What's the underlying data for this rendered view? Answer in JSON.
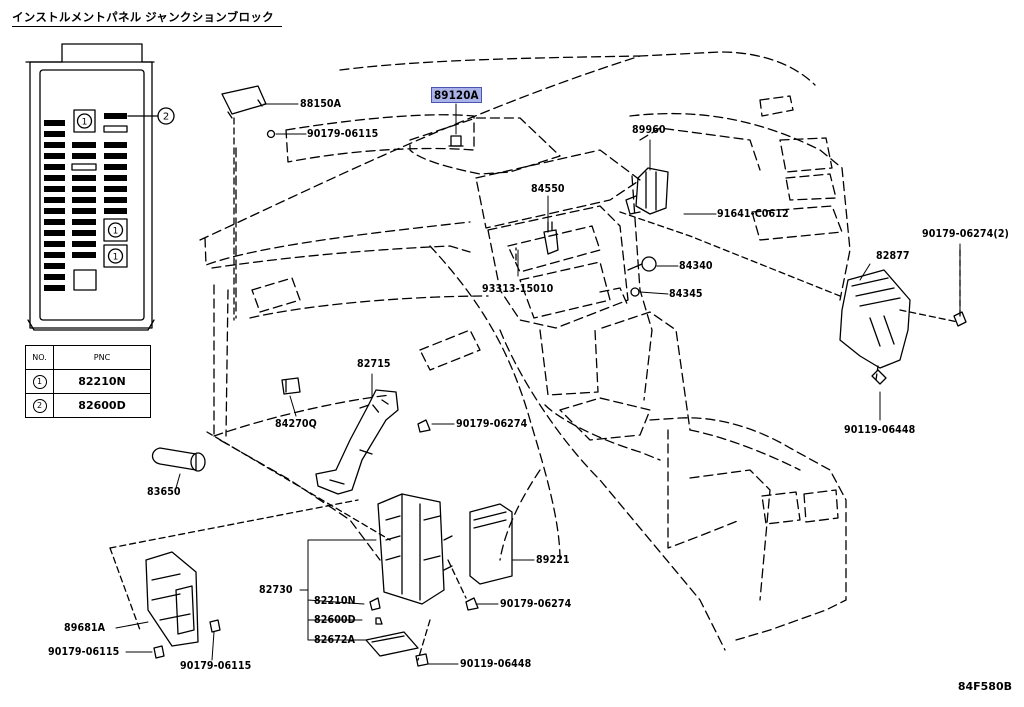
{
  "header": {
    "title": "インストルメントパネル ジャンクションブロック"
  },
  "figure_ref": "84F580B",
  "legend": {
    "col_no": "NO.",
    "col_pnc": "PNC",
    "rows": [
      {
        "no": "1",
        "pnc": "82210N"
      },
      {
        "no": "2",
        "pnc": "82600D"
      }
    ]
  },
  "fusebox": {
    "circle_labels": [
      "1",
      "2",
      "1",
      "1"
    ]
  },
  "parts": {
    "p88150A": "88150A",
    "p90179_06115_top": "90179-06115",
    "p89120A": "89120A",
    "p89960": "89960",
    "p84550": "84550",
    "p91641_C0612": "91641-C0612",
    "p90179_06274_2": "90179-06274(2)",
    "p82877": "82877",
    "p84340": "84340",
    "p93313_15010": "93313-15010",
    "p84345": "84345",
    "p82715": "82715",
    "p84270Q": "84270Q",
    "p90179_06274_a": "90179-06274",
    "p90119_06448_r": "90119-06448",
    "p83650": "83650",
    "p89221": "89221",
    "p82730": "82730",
    "p82210N": "82210N",
    "p82600D": "82600D",
    "p82672A": "82672A",
    "p90179_06274_b": "90179-06274",
    "p89681A": "89681A",
    "p90179_06115_bl": "90179-06115",
    "p90179_06115_bm": "90179-06115",
    "p90119_06448_b": "90119-06448"
  }
}
